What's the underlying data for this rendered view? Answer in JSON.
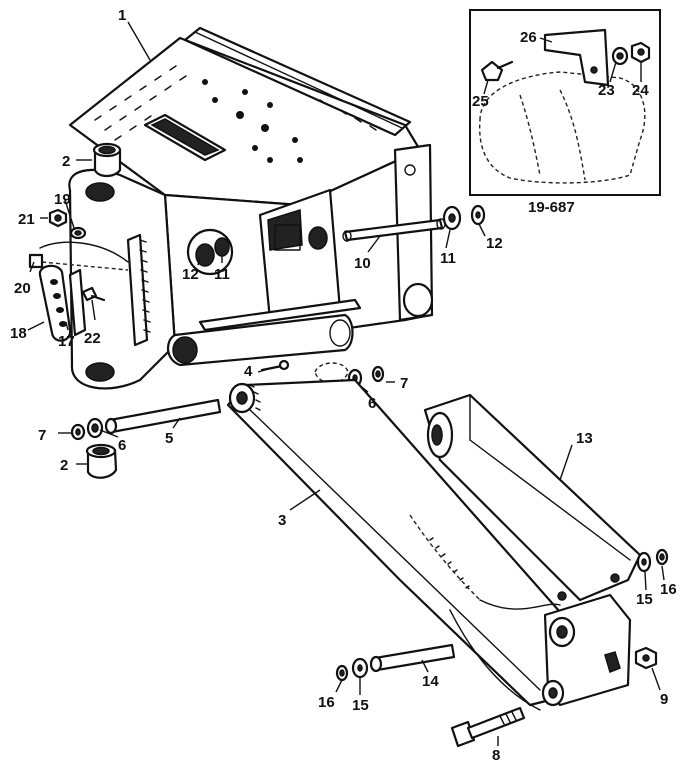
{
  "diagram": {
    "inset_caption": "19-687",
    "callouts": [
      {
        "id": "c1",
        "text": "1"
      },
      {
        "id": "c2a",
        "text": "2"
      },
      {
        "id": "c2b",
        "text": "2"
      },
      {
        "id": "c3",
        "text": "3"
      },
      {
        "id": "c4",
        "text": "4"
      },
      {
        "id": "c5",
        "text": "5"
      },
      {
        "id": "c6a",
        "text": "6"
      },
      {
        "id": "c6b",
        "text": "6"
      },
      {
        "id": "c7a",
        "text": "7"
      },
      {
        "id": "c7b",
        "text": "7"
      },
      {
        "id": "c8",
        "text": "8"
      },
      {
        "id": "c9",
        "text": "9"
      },
      {
        "id": "c10",
        "text": "10"
      },
      {
        "id": "c11a",
        "text": "11"
      },
      {
        "id": "c11b",
        "text": "11"
      },
      {
        "id": "c12a",
        "text": "12"
      },
      {
        "id": "c12b",
        "text": "12"
      },
      {
        "id": "c13",
        "text": "13"
      },
      {
        "id": "c14",
        "text": "14"
      },
      {
        "id": "c15a",
        "text": "15"
      },
      {
        "id": "c15b",
        "text": "15"
      },
      {
        "id": "c16a",
        "text": "16"
      },
      {
        "id": "c16b",
        "text": "16"
      },
      {
        "id": "c17",
        "text": "17"
      },
      {
        "id": "c18",
        "text": "18"
      },
      {
        "id": "c19",
        "text": "19"
      },
      {
        "id": "c20",
        "text": "20"
      },
      {
        "id": "c21",
        "text": "21"
      },
      {
        "id": "c22",
        "text": "22"
      },
      {
        "id": "c23",
        "text": "23"
      },
      {
        "id": "c24",
        "text": "24"
      },
      {
        "id": "c25",
        "text": "25"
      },
      {
        "id": "c26",
        "text": "26"
      }
    ]
  }
}
